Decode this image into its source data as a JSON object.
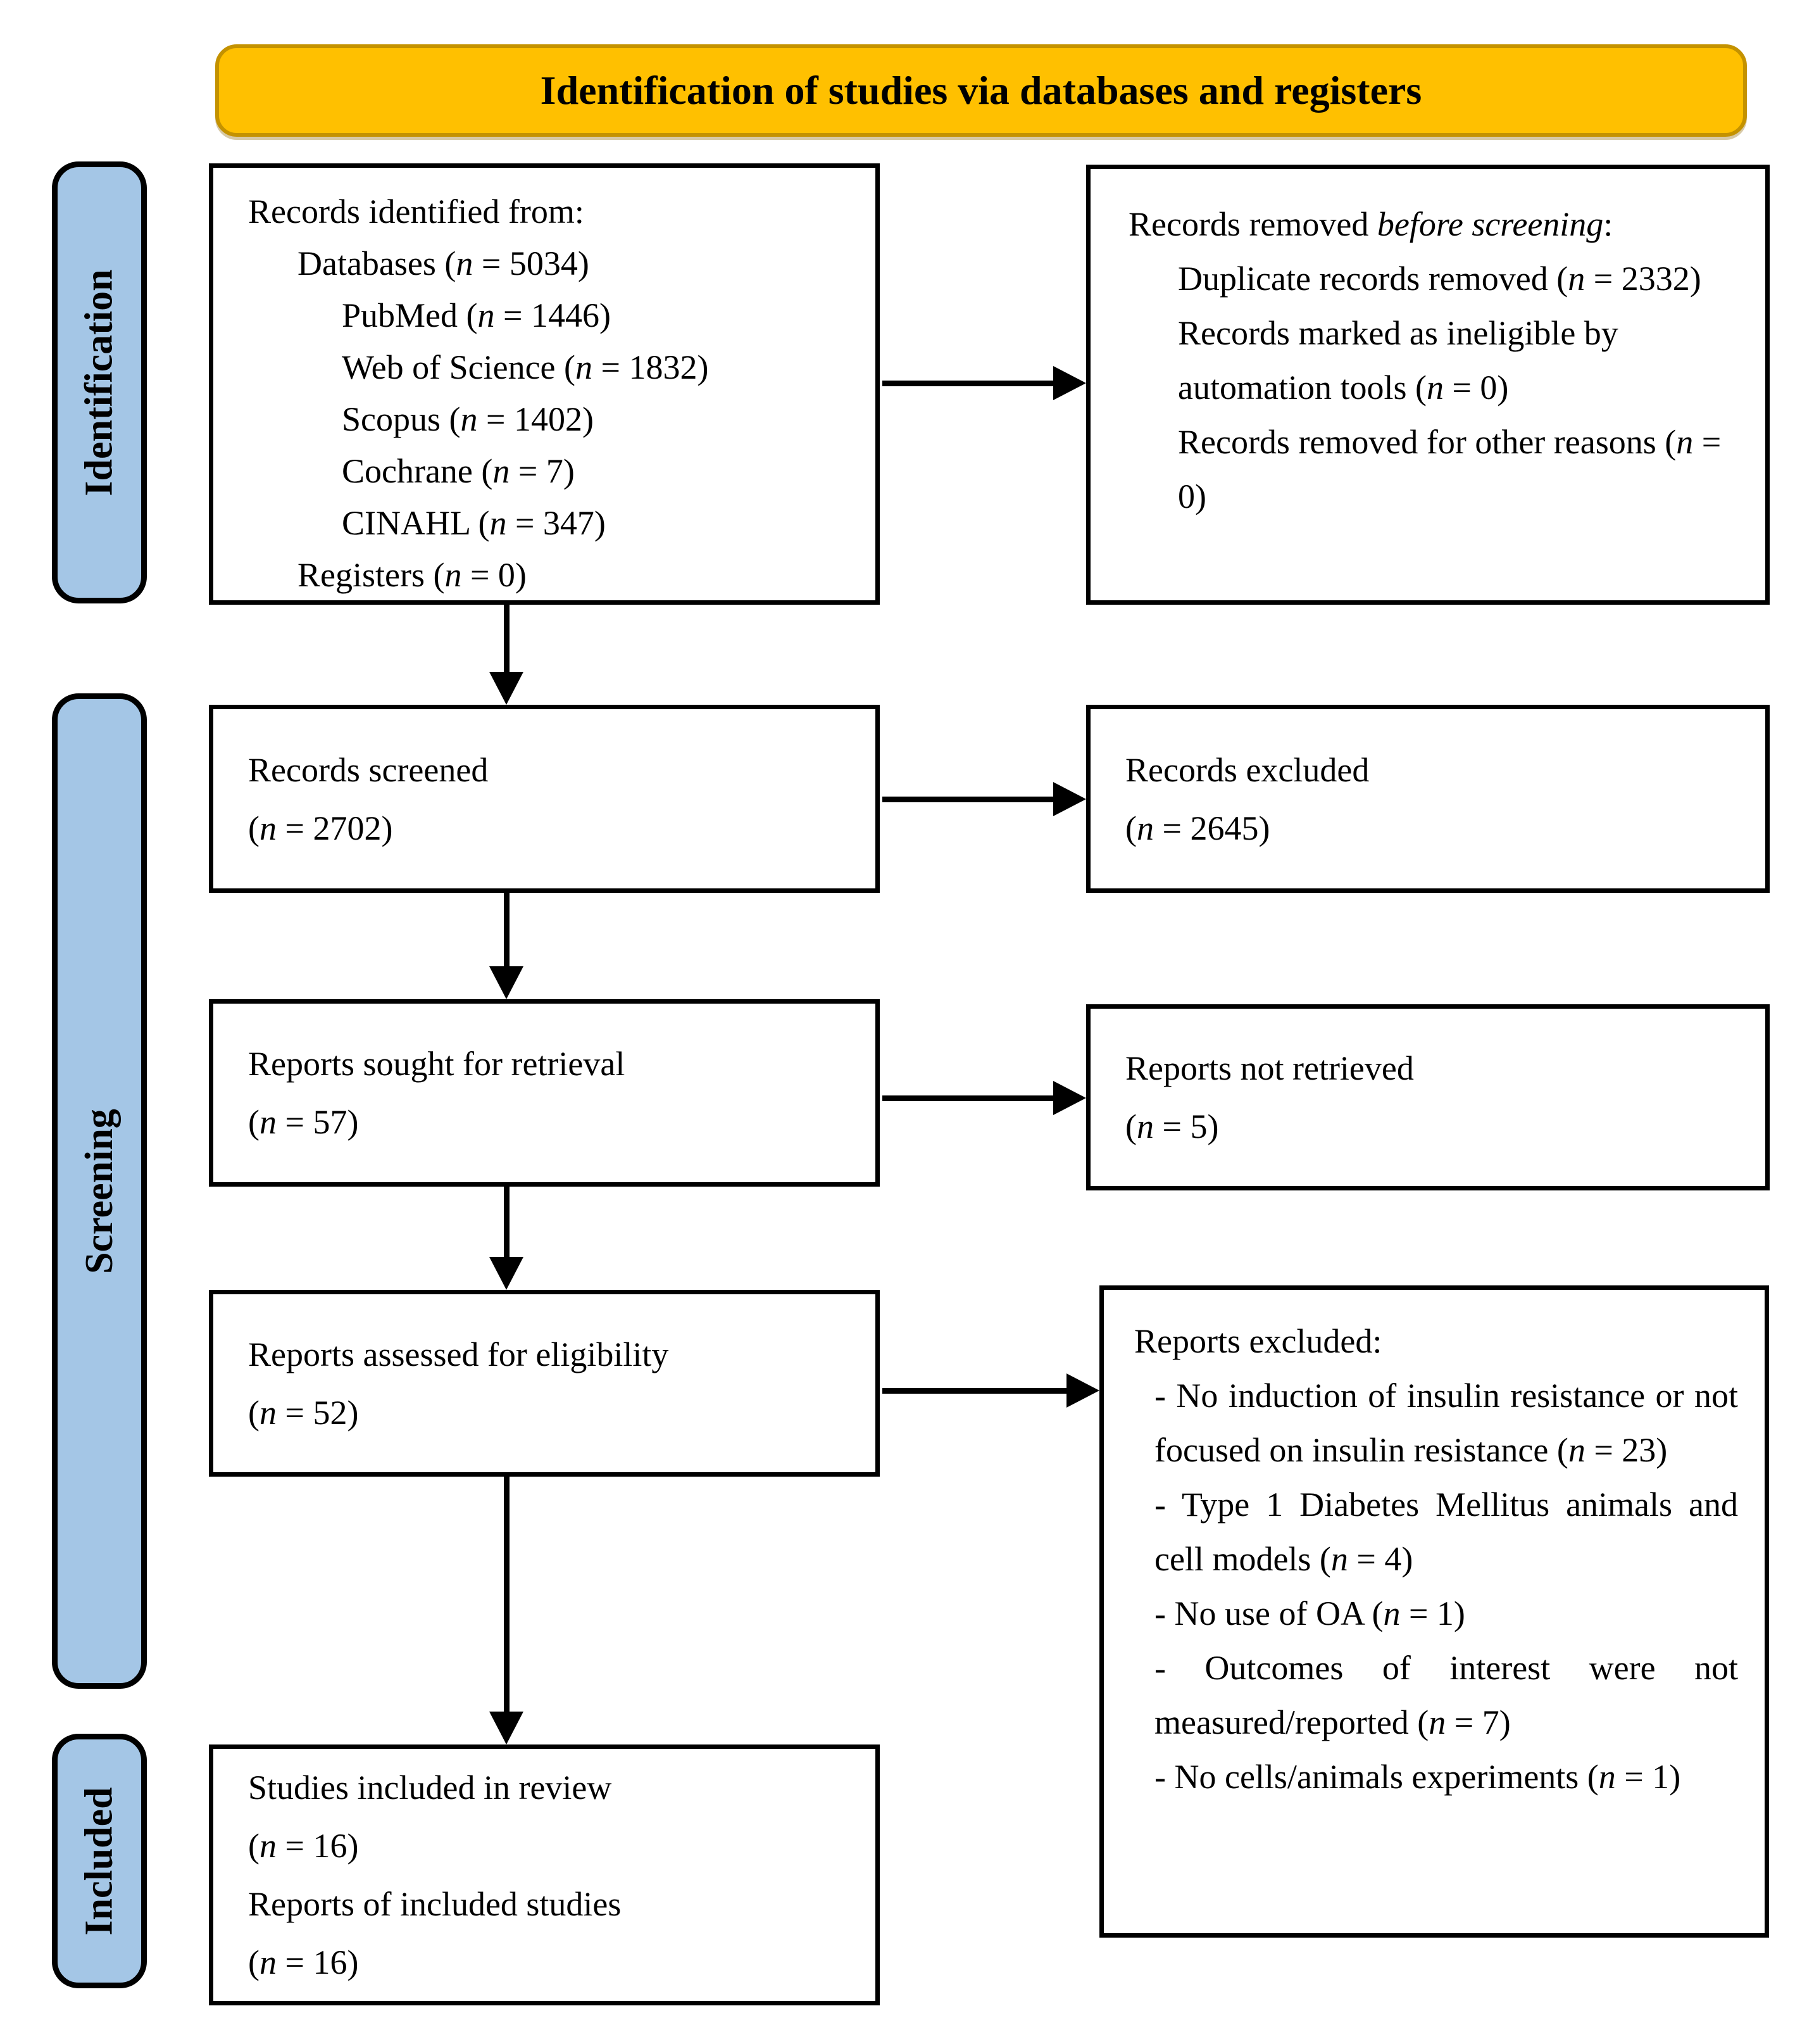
{
  "colors": {
    "banner_bg": "#FFC000",
    "banner_border": "#C49200",
    "chip_bg": "#A4C6E6",
    "outline": "#000000",
    "box_bg": "#FFFFFF"
  },
  "banner": {
    "title": "Identification of studies via databases and registers"
  },
  "stages": {
    "identification": "Identification",
    "screening": "Screening",
    "included": "Included"
  },
  "boxes": {
    "records_identified": {
      "lines": [
        {
          "text": "Records identified from:"
        },
        {
          "text": "Databases (*n* = 5034)"
        },
        {
          "text": "PubMed (*n* = 1446)"
        },
        {
          "text": "Web of Science (*n* = 1832)"
        },
        {
          "text": "Scopus (*n* = 1402)"
        },
        {
          "text": "Cochrane (*n* = 7)"
        },
        {
          "text": "CINAHL (*n* = 347)"
        },
        {
          "text": "Registers (*n* = 0)"
        }
      ]
    },
    "records_removed": {
      "title": "Records removed *before screening*:",
      "items": [
        "Duplicate records removed (*n* = 2332)",
        "Records marked as ineligible by automation tools (*n* = 0)",
        "Records removed for other reasons (*n* = 0)"
      ]
    },
    "records_screened": {
      "lines": [
        "Records screened",
        "(*n* = 2702)"
      ]
    },
    "records_excluded": {
      "lines": [
        "Records excluded",
        "(*n* = 2645)"
      ]
    },
    "reports_sought": {
      "lines": [
        "Reports sought for retrieval",
        "(*n* = 57)"
      ]
    },
    "reports_not_retrieved": {
      "lines": [
        "Reports not retrieved",
        "(*n* = 5)"
      ]
    },
    "reports_assessed": {
      "lines": [
        "Reports assessed for eligibility",
        "(*n* = 52)"
      ]
    },
    "reports_excluded": {
      "title": "Reports excluded:",
      "items": [
        "- No induction of insulin resistance or not focused on insulin resistance (*n* = 23)",
        "- Type 1 Diabetes Mellitus animals and cell models (*n* = 4)",
        "- No use of OA (*n* = 1)",
        "- Outcomes of interest were not measured/reported (*n* = 7)",
        "- No cells/animals experiments (*n* = 1)"
      ]
    },
    "studies_included": {
      "lines": [
        "Studies included in review",
        "(*n* = 16)",
        "Reports of included studies",
        "(*n* = 16)"
      ]
    }
  }
}
